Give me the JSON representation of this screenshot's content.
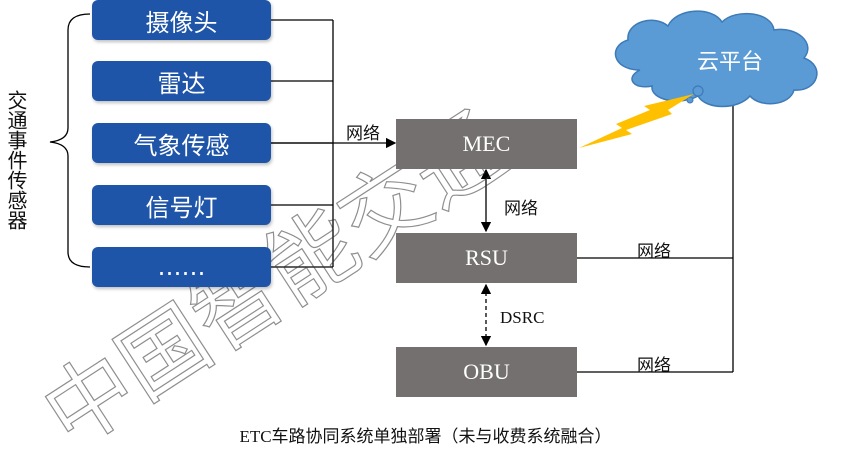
{
  "sensors": {
    "group_label": "交通事件传感器",
    "items": [
      "摄像头",
      "雷达",
      "气象传感",
      "信号灯",
      "……"
    ]
  },
  "nodes": {
    "mec": "MEC",
    "rsu": "RSU",
    "obu": "OBU",
    "cloud": "云平台"
  },
  "links": {
    "sensors_to_mec": "网络",
    "mec_to_rsu": "网络",
    "rsu_to_obu": "DSRC",
    "rsu_to_cloud": "网络",
    "obu_to_cloud": "网络"
  },
  "caption": "ETC车路协同系统单独部署（未与收费系统融合）",
  "watermark": "中国智能交通",
  "colors": {
    "sensor_box": "#1f55a8",
    "node_box": "#757070",
    "cloud_fill": "#5b9bd5",
    "lightning": "#ffc000"
  }
}
